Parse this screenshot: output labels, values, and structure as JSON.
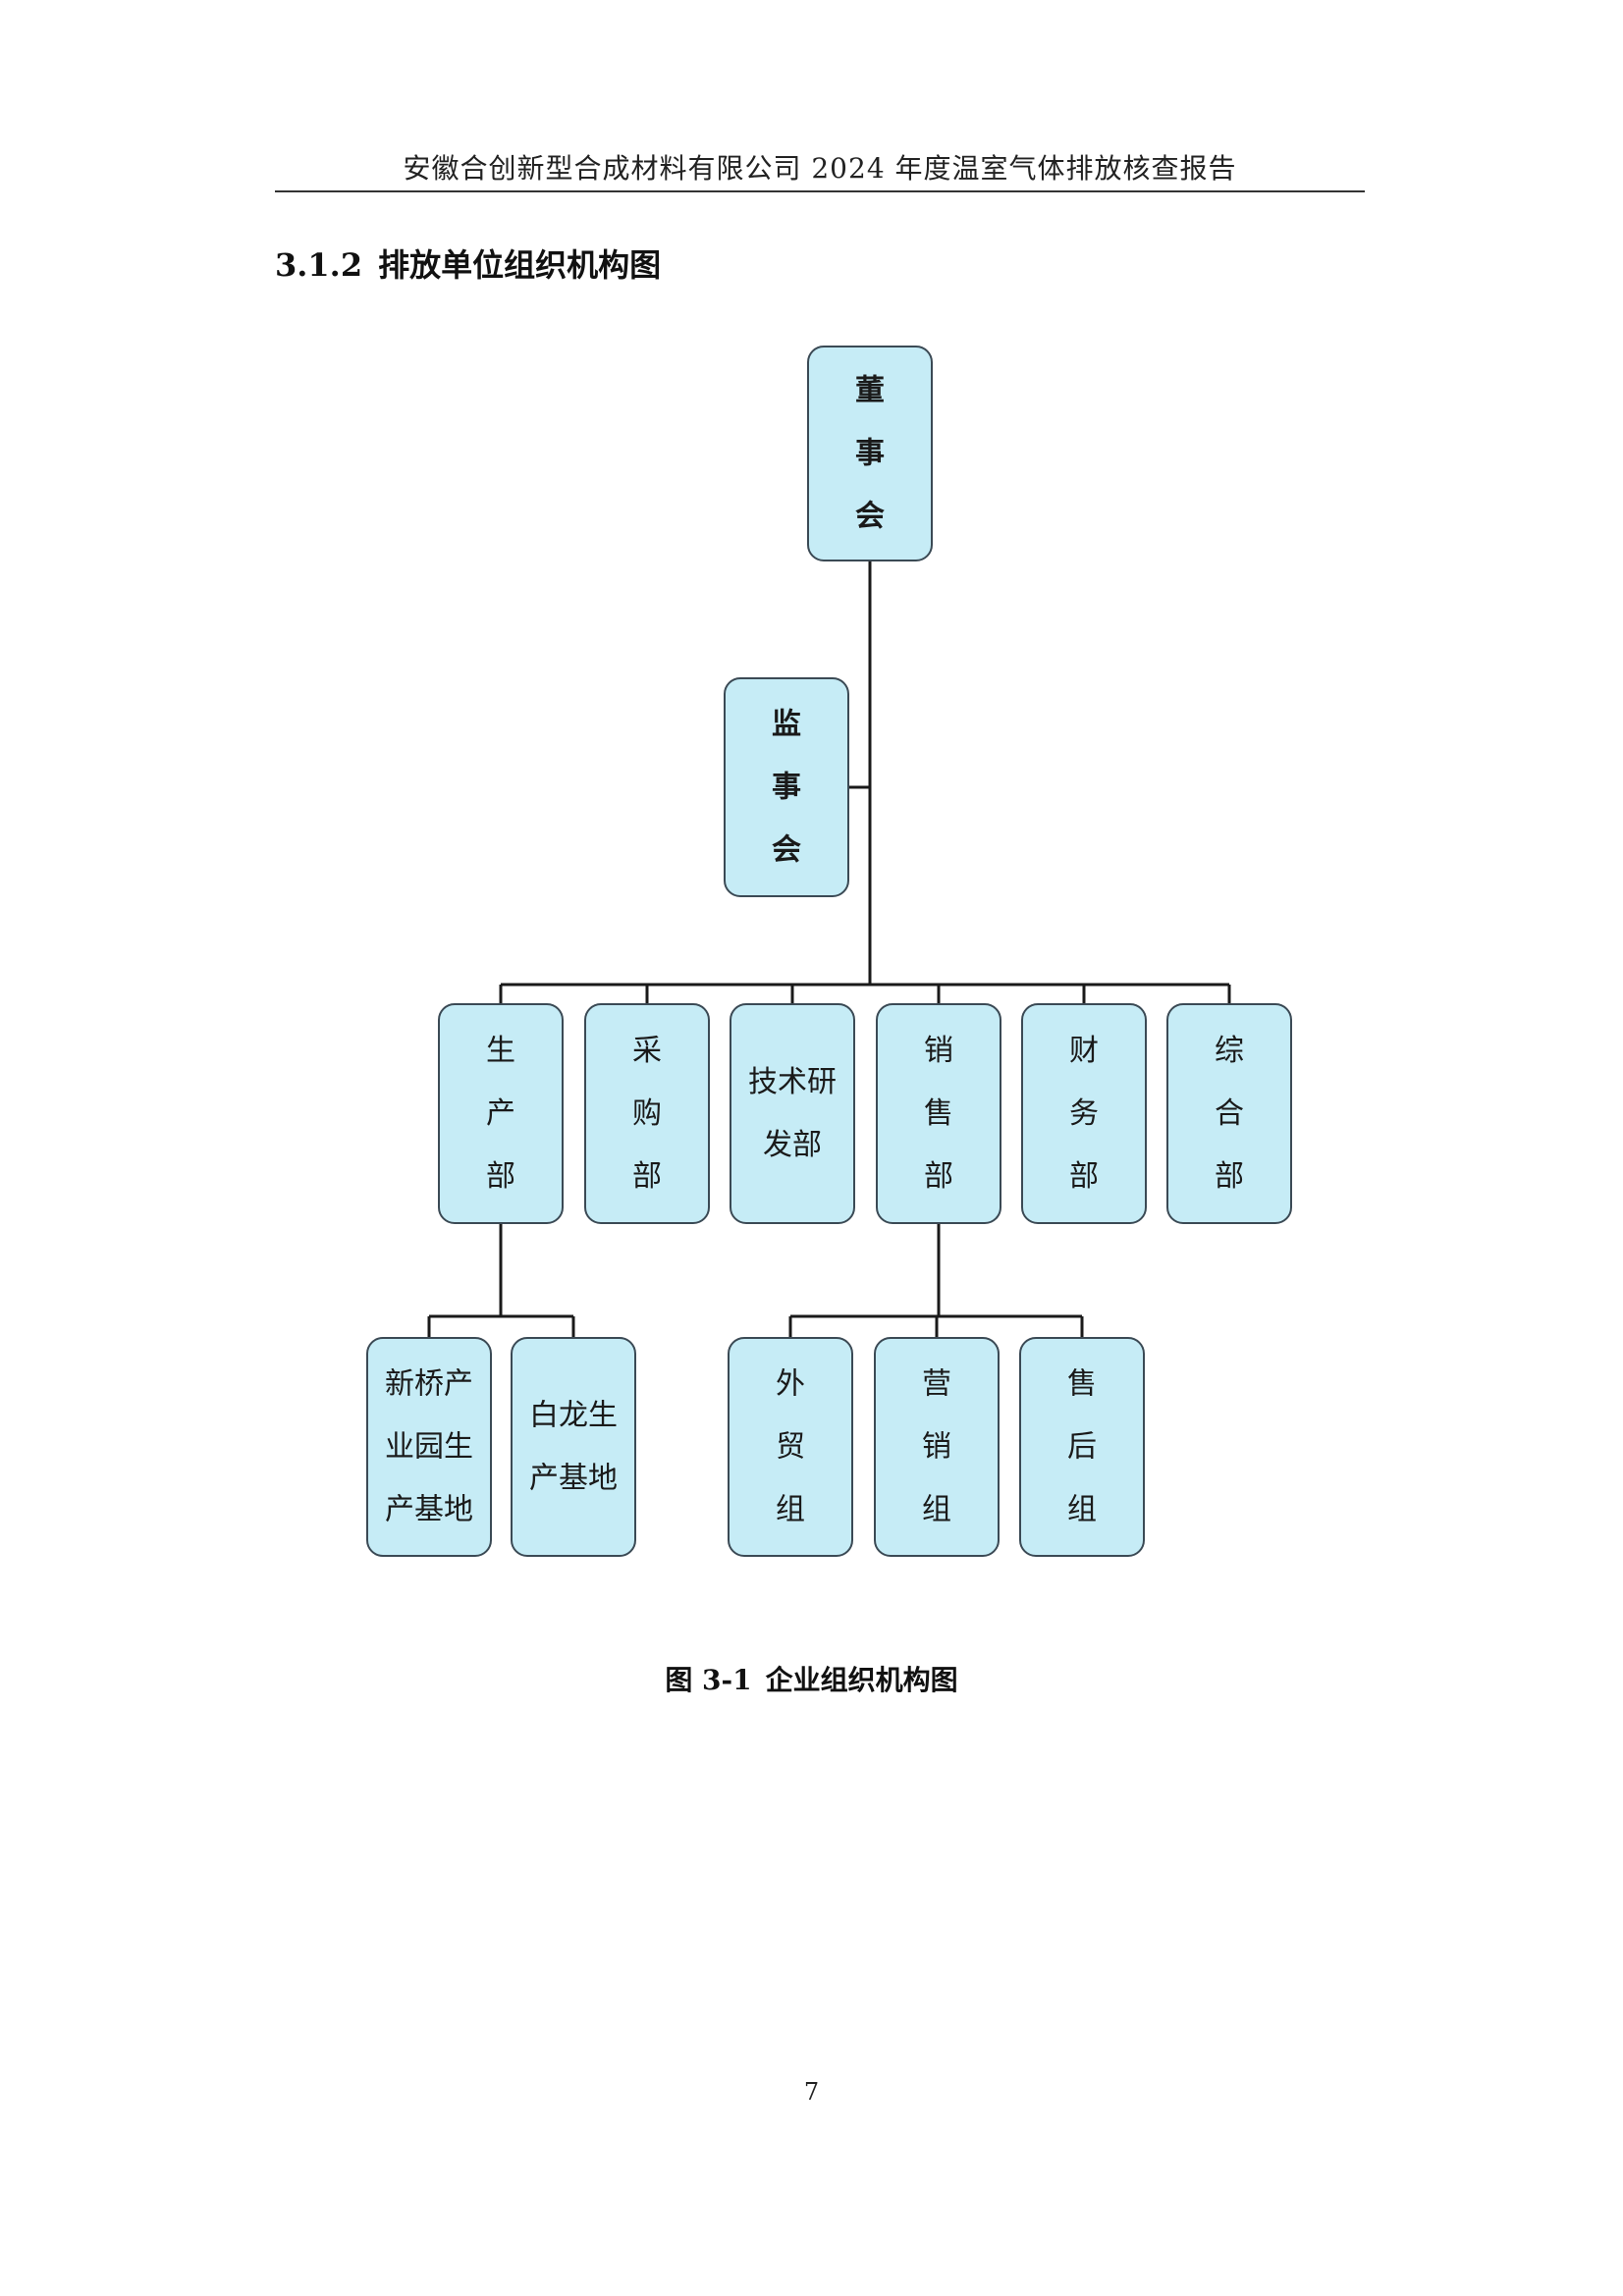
{
  "header": {
    "title": "安徽合创新型合成材料有限公司 2024 年度温室气体排放核查报告"
  },
  "section": {
    "number": "3.1.2",
    "title": "排放单位组织机构图"
  },
  "org_chart": {
    "nodes": [
      {
        "id": "board",
        "lines": [
          "董",
          "事",
          "会"
        ],
        "bold": true
      },
      {
        "id": "supervisors",
        "lines": [
          "监",
          "事",
          "会"
        ],
        "bold": true
      },
      {
        "id": "production",
        "lines": [
          "生",
          "产",
          "部"
        ],
        "bold": false
      },
      {
        "id": "purchasing",
        "lines": [
          "采",
          "购",
          "部"
        ],
        "bold": false
      },
      {
        "id": "rnd",
        "lines": [
          "技术研",
          "发部"
        ],
        "bold": false
      },
      {
        "id": "sales",
        "lines": [
          "销",
          "售",
          "部"
        ],
        "bold": false
      },
      {
        "id": "finance",
        "lines": [
          "财",
          "务",
          "部"
        ],
        "bold": false
      },
      {
        "id": "general",
        "lines": [
          "综",
          "合",
          "部"
        ],
        "bold": false
      },
      {
        "id": "xinqiao",
        "lines": [
          "新桥产",
          "业园生",
          "产基地"
        ],
        "bold": false
      },
      {
        "id": "bailong",
        "lines": [
          "白龙生",
          "产基地"
        ],
        "bold": false
      },
      {
        "id": "foreign-trade",
        "lines": [
          "外",
          "贸",
          "组"
        ],
        "bold": false
      },
      {
        "id": "marketing",
        "lines": [
          "营",
          "销",
          "组"
        ],
        "bold": false
      },
      {
        "id": "after-sales",
        "lines": [
          "售",
          "后",
          "组"
        ],
        "bold": false
      }
    ],
    "edges": [
      [
        "board",
        "supervisors"
      ],
      [
        "board",
        "production"
      ],
      [
        "board",
        "purchasing"
      ],
      [
        "board",
        "rnd"
      ],
      [
        "board",
        "sales"
      ],
      [
        "board",
        "finance"
      ],
      [
        "board",
        "general"
      ],
      [
        "production",
        "xinqiao"
      ],
      [
        "production",
        "bailong"
      ],
      [
        "sales",
        "foreign-trade"
      ],
      [
        "sales",
        "marketing"
      ],
      [
        "sales",
        "after-sales"
      ]
    ],
    "colors": {
      "box_fill": "#c6ecf6",
      "box_stroke": "#3b4a55",
      "line": "#1a1a1a"
    }
  },
  "figure": {
    "number": "图 3-1",
    "caption": "企业组织机构图"
  },
  "page_number": "7"
}
